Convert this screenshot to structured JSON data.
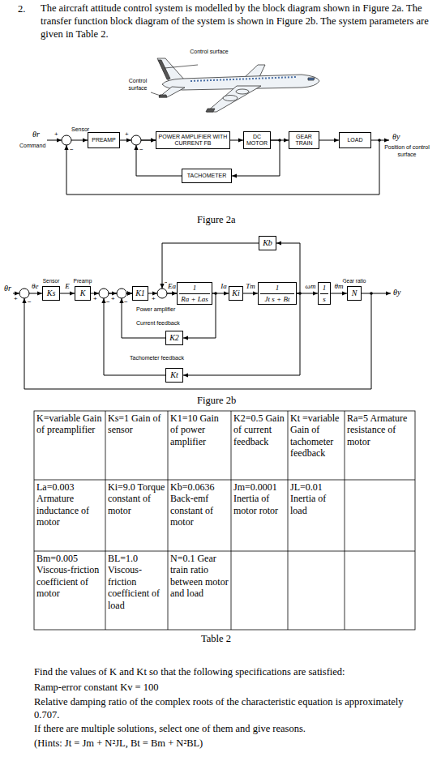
{
  "diagram": {
    "nodes": [
      {
        "text": [
          "PREAMP"
        ]
      },
      {
        "text": [
          "POWER AMPLIFIER WITH CURRENT FB"
        ]
      },
      {
        "text": [
          "DC MOTOR"
        ]
      },
      {
        "text": [
          "GEAR TRAIN"
        ]
      },
      {
        "text": [
          "LOAD"
        ]
      },
      {
        "text": [
          "TACHOMETER"
        ]
      },
      {
        "text": [
          "Sensor",
          "Ks"
        ]
      },
      {
        "text": [
          "Preamp",
          "K"
        ]
      },
      {
        "text": [
          "K1"
        ]
      },
      {
        "text": [
          "1",
          "Ra + Las"
        ]
      },
      {
        "text": [
          "Ki"
        ]
      },
      {
        "text": [
          "1",
          "Jt s + Bt"
        ]
      },
      {
        "text": [
          "1",
          "s"
        ]
      },
      {
        "text": [
          "Gear ratio",
          "N"
        ]
      },
      {
        "text": [
          "Kb"
        ]
      },
      {
        "text": [
          "K2"
        ]
      },
      {
        "text": [
          "Kt"
        ]
      }
    ],
    "edges": [
      {
        "from": 0,
        "to": 1,
        "arrow": "to"
      },
      {
        "from": 1,
        "to": 2,
        "arrow": "to"
      },
      {
        "from": 2,
        "to": 3,
        "arrow": "to"
      },
      {
        "from": 3,
        "to": 4,
        "arrow": "to"
      },
      {
        "from": 2,
        "to": 5,
        "arrow": "to"
      },
      {
        "from": 5,
        "to": 1,
        "arrow": "to"
      },
      {
        "from": 4,
        "to": 0,
        "arrow": "to"
      },
      {
        "from": 6,
        "to": 7,
        "label": "E",
        "arrow": "to"
      },
      {
        "from": 7,
        "to": 8,
        "arrow": "to"
      },
      {
        "from": 8,
        "to": 9,
        "label": "Ea",
        "arrow": "to"
      },
      {
        "from": 9,
        "to": 10,
        "label": "Ia",
        "arrow": "to"
      },
      {
        "from": 10,
        "to": 11,
        "label": "Tm",
        "arrow": "to"
      },
      {
        "from": 11,
        "to": 12,
        "label": "ωm",
        "arrow": "to"
      },
      {
        "from": 12,
        "to": 13,
        "label": "θm",
        "arrow": "to"
      },
      {
        "from": 11,
        "to": 14,
        "arrow": "to"
      },
      {
        "from": 14,
        "to": 9,
        "arrow": "to"
      },
      {
        "from": 9,
        "to": 15,
        "arrow": "to"
      },
      {
        "from": 15,
        "to": 8,
        "arrow": "to"
      },
      {
        "from": 11,
        "to": 16,
        "arrow": "to"
      },
      {
        "from": 16,
        "to": 8,
        "arrow": "to"
      },
      {
        "from": 13,
        "to": 6,
        "arrow": "to"
      }
    ],
    "labels": [
      "2.",
      "The aircraft attitude control system is modelled by the block diagram shown in Figure 2a. The transfer function block diagram of the system is shown in Figure 2b. The system parameters are given in Table 2.",
      "Control surface",
      "Control surface",
      "Sensor",
      "θr",
      "Command",
      "+",
      "−",
      "+",
      "−",
      "θy",
      "Position of control surface",
      "Figure 2a",
      "θr",
      "+",
      "−",
      "θe",
      "+",
      "−",
      "+",
      "−",
      "+",
      "−",
      "Power amplifier",
      "Current feedback",
      "Tachometer feedback",
      "θy",
      "Figure 2b",
      "K=variable Gain of preamplifier",
      "Ks=1 Gain of sensor",
      "K1=10 Gain of power amplifier",
      "K2=0.5 Gain of current feedback",
      "Kt =variable Gain of tachometer feedback",
      "Ra=5 Armature resistance of motor",
      "La=0.003 Armature inductance of motor",
      "Ki=9.0 Torque constant of motor",
      "Kb=0.0636 Back-emf constant of motor",
      "Jm=0.0001 Inertia of motor rotor",
      "JL=0.01 Inertia of load",
      "Bm=0.005 Viscous-friction coefficient of motor",
      "BL=1.0 Viscous-friction coefficient of load",
      "N=0.1 Gear train ratio between motor and load",
      "Table 2",
      "Find the values of K and Kt so that the following specifications are satisfied:",
      "Ramp-error constant Kv = 100",
      "Relative damping ratio of the complex roots of the characteristic equation is approximately 0.707.",
      "If there are multiple solutions, select one of them and give reasons.",
      "(Hints: Jt = Jm + N²JL, Bt = Bm + N²BL)"
    ]
  }
}
